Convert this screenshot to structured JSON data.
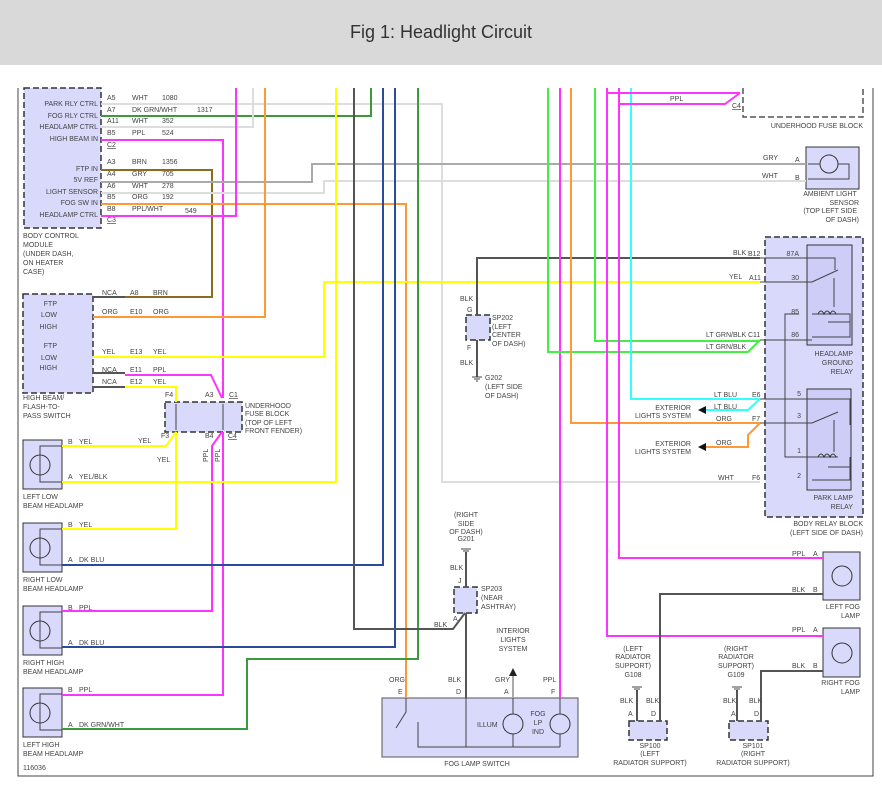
{
  "title": "Fig 1: Headlight Circuit",
  "figure_number": "116036",
  "colors": {
    "PPL": "#ff33ff",
    "YEL": "#ffff00",
    "ORG": "#ff9933",
    "DK_GRN": "#3c9a3c",
    "LT_GRN": "#44ee44",
    "LT_BLU": "#33ffff",
    "DK_BLU": "#2d4b9b",
    "BRN": "#8b6d22",
    "GRY": "#aaaaaa",
    "WHT": "#dddddd",
    "BLK": "#555555",
    "component_fill": "#d9d9fb",
    "header_bg": "#d9d9d9"
  },
  "bcm": {
    "pins": [
      "PARK RLY CTRL",
      "FOG RLY CTRL",
      "HEADLAMP CTRL",
      "HIGH BEAM IN",
      "FTP IN",
      "5V REF",
      "LIGHT SENSOR",
      "FOG SW IN",
      "HEADLAMP CTRL"
    ],
    "terminals": [
      "A5",
      "A7",
      "A11",
      "B5",
      "C2",
      "A3",
      "A4",
      "A6",
      "B5",
      "B8",
      "C3"
    ],
    "wire_colors": [
      "WHT",
      "DK GRN/WHT",
      "WHT",
      "PPL",
      "BRN",
      "GRY",
      "WHT",
      "ORG",
      "PPL/WHT"
    ],
    "circuits": [
      "1080",
      "1317",
      "352",
      "524",
      "1356",
      "705",
      "278",
      "192",
      "549"
    ],
    "caption": [
      "BODY CONTROL",
      "MODULE",
      "(UNDER DASH,",
      "ON HEATER",
      "CASE)"
    ]
  },
  "hb_switch": {
    "positions": [
      "FTP",
      "LOW",
      "HIGH",
      "FTP",
      "LOW",
      "HIGH"
    ],
    "left_labels": [
      "NCA",
      "ORG",
      "YEL",
      "NCA",
      "NCA"
    ],
    "terminals": [
      "A8",
      "E10",
      "E13",
      "E11",
      "E12"
    ],
    "wire_colors": [
      "BRN",
      "ORG",
      "YEL",
      "PPL",
      "YEL"
    ],
    "caption": [
      "HIGH BEAM/",
      "FLASH-TO-",
      "PASS SWITCH"
    ]
  },
  "fuse_block_front": {
    "terminals": [
      "F4",
      "A3",
      "C1",
      "F3",
      "B4",
      "C4"
    ],
    "caption": [
      "UNDERHOOD",
      "FUSE BLOCK",
      "(TOP OF LEFT",
      "FRONT FENDER)"
    ],
    "wire_labels": [
      "YEL",
      "YEL",
      "PPL",
      "PPL"
    ]
  },
  "headlamps": [
    {
      "name": [
        "LEFT LOW",
        "BEAM HEADLAMP"
      ],
      "pin_b": "B",
      "color_b": "YEL",
      "pin_a": "A",
      "color_a": "YEL/BLK"
    },
    {
      "name": [
        "RIGHT LOW",
        "BEAM HEADLAMP"
      ],
      "pin_b": "B",
      "color_b": "YEL",
      "pin_a": "A",
      "color_a": "DK BLU"
    },
    {
      "name": [
        "RIGHT HIGH",
        "BEAM HEADLAMP"
      ],
      "pin_b": "B",
      "color_b": "PPL",
      "pin_a": "A",
      "color_a": "DK BLU"
    },
    {
      "name": [
        "LEFT HIGH",
        "BEAM HEADLAMP"
      ],
      "pin_b": "B",
      "color_b": "PPL",
      "pin_a": "A",
      "color_a": "DK GRN/WHT"
    }
  ],
  "sp202": {
    "wire_top": "BLK",
    "pin_top": "G",
    "name": [
      "SP202",
      "(LEFT",
      "CENTER",
      "OF DASH)"
    ],
    "pin_bottom": "F",
    "wire_bottom": "BLK",
    "ground": [
      "G202",
      "(LEFT SIDE",
      "OF DASH)"
    ]
  },
  "sp203": {
    "ground": [
      "(RIGHT",
      "SIDE",
      "OF DASH)",
      "G201"
    ],
    "wire_top": "BLK",
    "pin_top": "J",
    "name": [
      "SP203",
      "(NEAR",
      "ASHTRAY)"
    ],
    "pin_a": "A",
    "wire_a": "BLK"
  },
  "interior_lights": [
    "INTERIOR",
    "LIGHTS",
    "SYSTEM"
  ],
  "fog_switch": {
    "wire_colors": [
      "ORG",
      "BLK",
      "GRY",
      "PPL"
    ],
    "terminals": [
      "E",
      "D",
      "A",
      "F"
    ],
    "illum": "ILLUM",
    "indicator": [
      "FOG",
      "LP",
      "IND"
    ],
    "caption": "FOG LAMP SWITCH"
  },
  "underhood_fuse_block": {
    "wire": "PPL",
    "terminal": "C4",
    "caption": "UNDERHOOD FUSE BLOCK"
  },
  "ambient_sensor": {
    "wires": [
      "GRY",
      "WHT"
    ],
    "pins": [
      "A",
      "B"
    ],
    "caption": [
      "AMBIENT LIGHT",
      "SENSOR",
      "(TOP LEFT SIDE",
      "OF DASH)"
    ]
  },
  "body_relay_block": {
    "wires": [
      "BLK",
      "YEL",
      "LT GRN/BLK",
      "LT GRN/BLK",
      "LT BLU",
      "LT BLU",
      "ORG",
      "ORG",
      "WHT"
    ],
    "terminals": [
      "B12",
      "A11",
      "C11",
      "E6",
      "F7",
      "F6"
    ],
    "exterior": [
      "EXTERIOR",
      "LIGHTS SYSTEM"
    ],
    "headlamp_relay_pins": [
      "87A",
      "30",
      "85",
      "86"
    ],
    "headlamp_relay_name": [
      "HEADLAMP",
      "GROUND",
      "RELAY"
    ],
    "park_relay_pins": [
      "5",
      "3",
      "1",
      "2"
    ],
    "park_relay_name": [
      "PARK LAMP",
      "RELAY"
    ],
    "caption": [
      "BODY RELAY BLOCK",
      "(LEFT SIDE OF DASH)"
    ]
  },
  "fog_lamps": [
    {
      "name": [
        "LEFT FOG",
        "LAMP"
      ],
      "wire_a": "PPL",
      "pin_a": "A",
      "wire_b": "BLK",
      "pin_b": "B"
    },
    {
      "name": [
        "RIGHT FOG",
        "LAMP"
      ],
      "wire_a": "PPL",
      "pin_a": "A",
      "wire_b": "BLK",
      "pin_b": "B"
    }
  ],
  "grounds": [
    {
      "location": [
        "(LEFT",
        "RADIATOR",
        "SUPPORT)",
        "G108"
      ],
      "wires": [
        "BLK",
        "BLK"
      ],
      "pins": [
        "A",
        "D"
      ],
      "splice": [
        "SP100",
        "(LEFT",
        "RADIATOR SUPPORT)"
      ]
    },
    {
      "location": [
        "(RIGHT",
        "RADIATOR",
        "SUPPORT)",
        "G109"
      ],
      "wires": [
        "BLK",
        "BLK"
      ],
      "pins": [
        "A",
        "D"
      ],
      "splice": [
        "SP101",
        "(RIGHT",
        "RADIATOR SUPPORT)"
      ]
    }
  ]
}
